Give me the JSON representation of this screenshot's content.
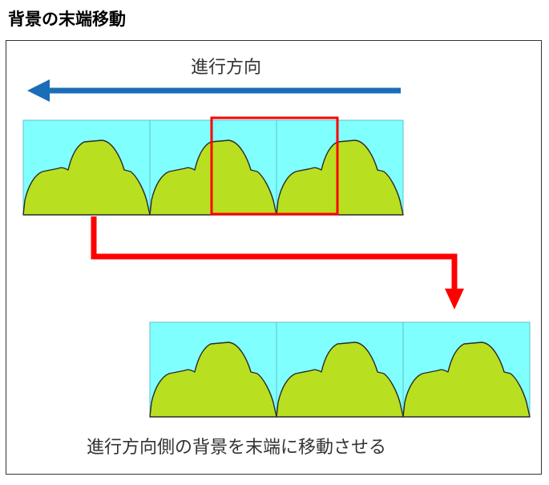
{
  "title": "背景の末端移動",
  "direction_label": "進行方向",
  "caption": "進行方向側の背景を末端に移動させる",
  "colors": {
    "sky": "#80FFFF",
    "mountain": "#B8E020",
    "arrow_direction": "#1A6DB8",
    "highlight": "#FF0000",
    "frame": "#333333"
  },
  "top_row": {
    "tiles": 3
  },
  "bottom_row": {
    "tiles": 3
  }
}
